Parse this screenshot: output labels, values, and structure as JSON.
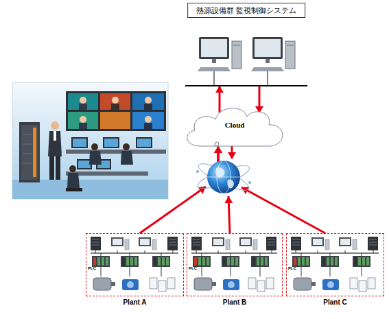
{
  "diagram": {
    "nodes": [
      {
        "text": [
          "熱源設備群 監視制御システム"
        ]
      },
      {
        "text": [
          "Cloud"
        ]
      },
      {
        "text": [
          "Plant A"
        ]
      },
      {
        "text": [
          "Plant B"
        ]
      },
      {
        "text": [
          "Plant C"
        ]
      }
    ],
    "edges": [
      {
        "from": 2,
        "to": 1,
        "arrow": "to"
      },
      {
        "from": 3,
        "to": 1,
        "arrow": "to"
      },
      {
        "from": 4,
        "to": 1,
        "arrow": "to"
      },
      {
        "from": 1,
        "to": 0,
        "arrow": "to"
      },
      {
        "from": 0,
        "to": 1,
        "arrow": "to"
      }
    ],
    "labels": [
      "PLC",
      "PLC",
      "PLC"
    ]
  }
}
